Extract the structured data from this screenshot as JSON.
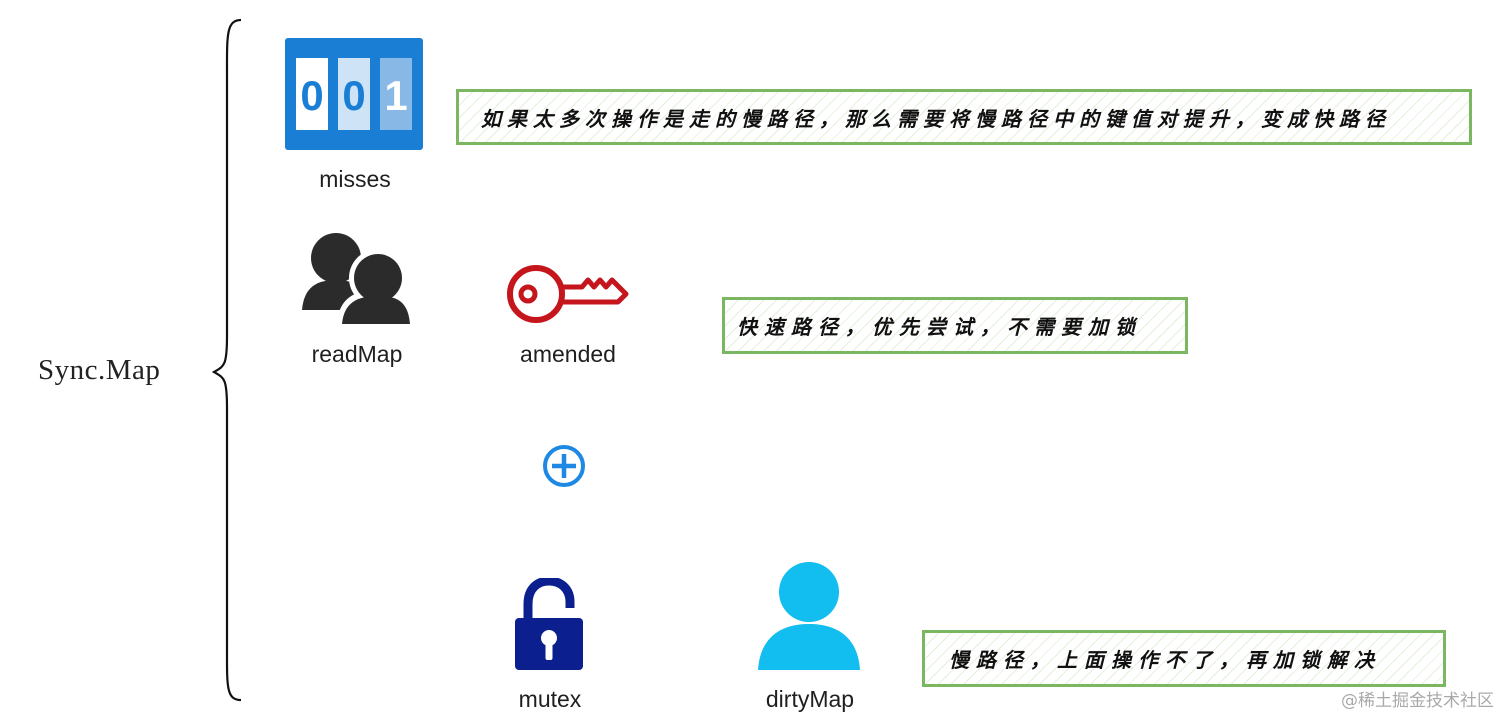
{
  "title": "Sync.Map",
  "fields": {
    "misses": "misses",
    "read_map": "readMap",
    "amended": "amended",
    "mutex": "mutex",
    "dirty_map": "dirtyMap"
  },
  "counter_digits": [
    "0",
    "0",
    "1"
  ],
  "notes": {
    "misses_note": "如果太多次操作是走的慢路径，那么需要将慢路径中的键值对提升，变成快路径",
    "fast_path_note": "快速路径，优先尝试，不需要加锁",
    "slow_path_note": "慢路径，上面操作不了，再加锁解决"
  },
  "watermark": "@稀土掘金技术社区",
  "icons": {
    "misses": "counter-icon",
    "read_map": "users-icon",
    "amended": "key-icon",
    "plus": "plus-circle-icon",
    "mutex": "unlock-icon",
    "dirty_map": "user-icon"
  },
  "colors": {
    "note_border": "#7bb661",
    "counter_blue": "#1a7fd4",
    "key_red": "#c4161c",
    "plus_blue": "#1e88e5",
    "lock_navy": "#0b1f8f",
    "user_cyan": "#12bdf0",
    "users_dark": "#2b2b2b"
  }
}
